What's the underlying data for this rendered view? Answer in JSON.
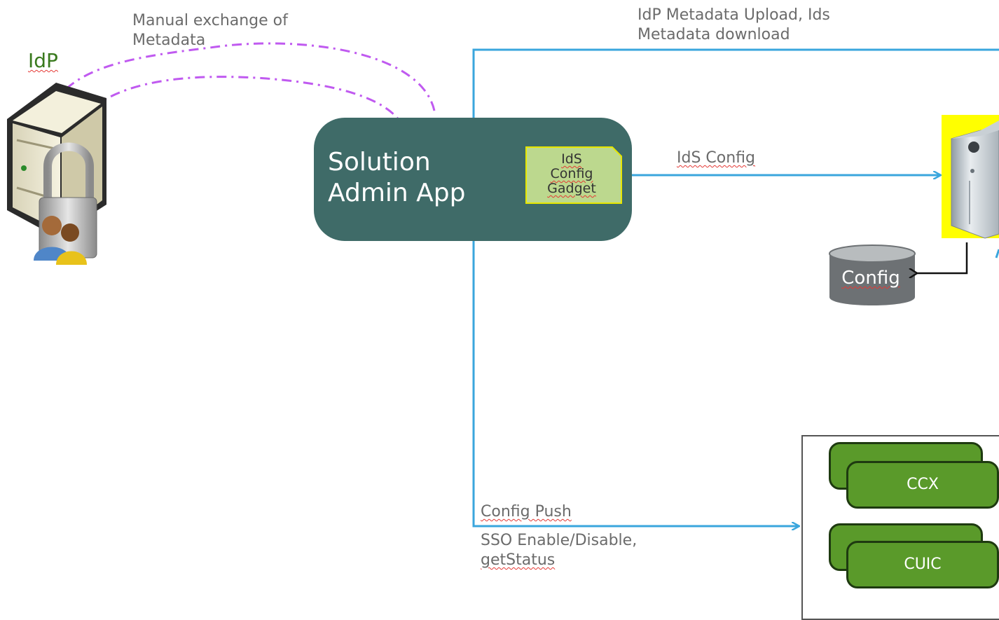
{
  "labels": {
    "manual_exchange": "Manual exchange of",
    "manual_exchange_2": "Metadata",
    "idp": "IdP",
    "metadata_upload": "IdP Metadata Upload, Ids",
    "metadata_upload_2": "Metadata download",
    "ids_config": "IdS Config",
    "config_push": "Config Push",
    "sso_enable": "SSO Enable/Disable,",
    "get_status": "getStatus"
  },
  "admin_app": {
    "title_line1": "Solution",
    "title_line2": "Admin App",
    "gadget_line1": "IdS",
    "gadget_line2": "Config",
    "gadget_line3": "Gadget"
  },
  "database": {
    "label": "Config"
  },
  "apps": {
    "ccx": "CCX",
    "cuic": "CUIC"
  },
  "colors": {
    "connector": "#3aa6dd",
    "dashed": "#c05af0",
    "admin_box": "#3f6b68",
    "gadget_fill": "#bcd88e",
    "gadget_border": "#e6e600",
    "app_pill": "#5a9a2a",
    "server_highlight": "#ffff00"
  },
  "icons": [
    "idp-server-icon",
    "lock-icon",
    "users-icon",
    "ids-server-icon",
    "database-icon"
  ]
}
